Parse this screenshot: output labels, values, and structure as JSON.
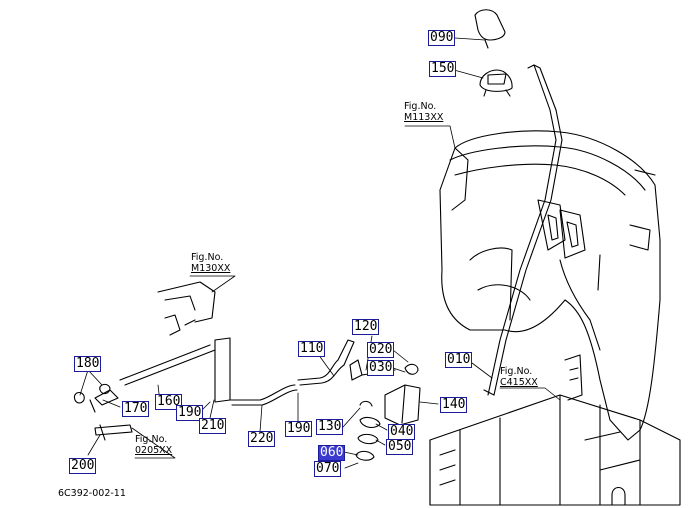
{
  "diagram": {
    "callouts": [
      {
        "id": "090",
        "highlight": false
      },
      {
        "id": "150",
        "highlight": false
      },
      {
        "id": "010",
        "highlight": false
      },
      {
        "id": "120",
        "highlight": false
      },
      {
        "id": "110",
        "highlight": false
      },
      {
        "id": "020",
        "highlight": false
      },
      {
        "id": "030",
        "highlight": false
      },
      {
        "id": "140",
        "highlight": false
      },
      {
        "id": "130",
        "highlight": false
      },
      {
        "id": "040",
        "highlight": false
      },
      {
        "id": "050",
        "highlight": false
      },
      {
        "id": "060",
        "highlight": true
      },
      {
        "id": "070",
        "highlight": false
      },
      {
        "id": "180",
        "highlight": false
      },
      {
        "id": "170",
        "highlight": false
      },
      {
        "id": "160",
        "highlight": false
      },
      {
        "id": "190",
        "highlight": false
      },
      {
        "id": "210",
        "highlight": false
      },
      {
        "id": "220",
        "highlight": false
      },
      {
        "id": "190",
        "highlight": false
      },
      {
        "id": "200",
        "highlight": false
      }
    ],
    "figure_refs": [
      {
        "prefix": "Fig.No.",
        "number": "M113XX"
      },
      {
        "prefix": "Fig.No.",
        "number": "M130XX"
      },
      {
        "prefix": "Fig.No.",
        "number": "C415XX"
      },
      {
        "prefix": "Fig.No.",
        "number": "0205XX"
      }
    ],
    "drawing_code": "6C392-002-11"
  },
  "colors": {
    "label_border": "#1c1c9a",
    "highlight_fill": "#3a3ad0",
    "line": "#000000"
  }
}
